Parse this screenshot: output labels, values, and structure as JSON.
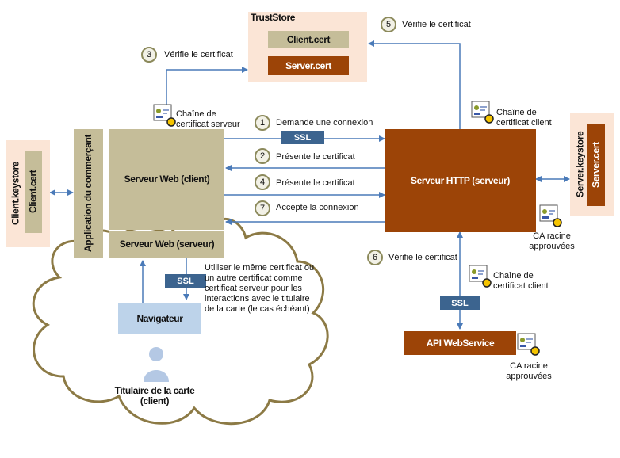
{
  "truststore": {
    "title": "TrustStore",
    "client_cert": "Client.cert",
    "server_cert": "Server.cert"
  },
  "client_keystore": {
    "title": "Client.keystore",
    "cert": "Client.cert"
  },
  "server_keystore": {
    "title": "Server.keystore",
    "cert": "Server.cert"
  },
  "merchant_app": "Application du commerçant",
  "web_server_client": "Serveur Web (client)",
  "web_server_server": "Serveur Web (serveur)",
  "http_server": "Serveur HTTP (serveur)",
  "browser": "Navigateur",
  "api": "API WebService",
  "cardholder": "Titulaire de la carte (client)",
  "ssl": "SSL",
  "chain_server": "Chaîne de certificat serveur",
  "chain_client_1": "Chaîne de certificat client",
  "chain_client_2": "Chaîne de certificat client",
  "ca_root_1": "CA racine approuvées",
  "ca_root_2": "CA racine approuvées",
  "note": "Utiliser le même certificat ou un autre certificat comme certificat serveur pour les interactions avec le titulaire de la carte (le cas échéant)",
  "steps": [
    {
      "n": "1",
      "text": "Demande une connexion"
    },
    {
      "n": "2",
      "text": "Présente le certificat"
    },
    {
      "n": "3",
      "text": "Vérifie le certificat"
    },
    {
      "n": "4",
      "text": "Présente le certificat"
    },
    {
      "n": "5",
      "text": "Vérifie le certificat"
    },
    {
      "n": "6",
      "text": "Vérifie le certificat"
    },
    {
      "n": "7",
      "text": "Accepte la connexion"
    }
  ],
  "colors": {
    "khaki": "#c5bd99",
    "brown": "#9c4407",
    "peach": "#fbe5d6",
    "arrow": "#4a7ab8",
    "ssl": "#3c648f",
    "cloud": "#8c7a45"
  }
}
